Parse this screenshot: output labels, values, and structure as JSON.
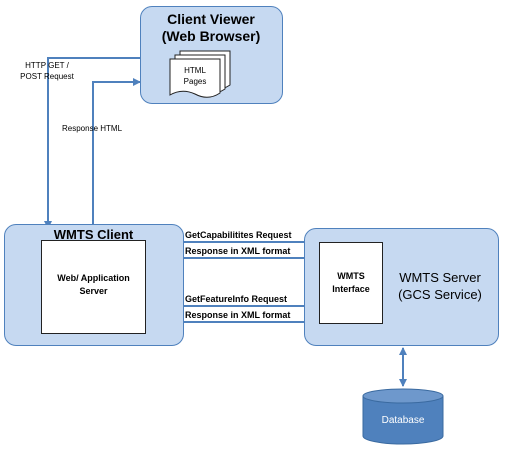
{
  "client_viewer": {
    "title_line1": "Client Viewer",
    "title_line2": "(Web Browser)",
    "pages_line1": "HTML",
    "pages_line2": "Pages"
  },
  "wmts_client": {
    "title": "WMTS Client",
    "server_line1": "Web/ Application",
    "server_line2": "Server"
  },
  "wmts_server": {
    "title_line1": "WMTS Server",
    "title_line2": "(GCS Service)",
    "interface_line1": "WMTS",
    "interface_line2": "Interface"
  },
  "database": {
    "label": "Database"
  },
  "arrows": {
    "http_request_line1": "HTTP GET /",
    "http_request_line2": "POST Request",
    "response_html": "Response HTML",
    "get_capabilities": "GetCapabilitites Request",
    "response_xml_1": "Response in XML format",
    "get_feature_info": "GetFeatureInfo Request",
    "response_xml_2": "Response in XML format"
  },
  "colors": {
    "box_fill": "#c6d9f1",
    "box_border": "#4f81bd",
    "database_fill": "#4f81bd",
    "arrow": "#4f81bd"
  }
}
